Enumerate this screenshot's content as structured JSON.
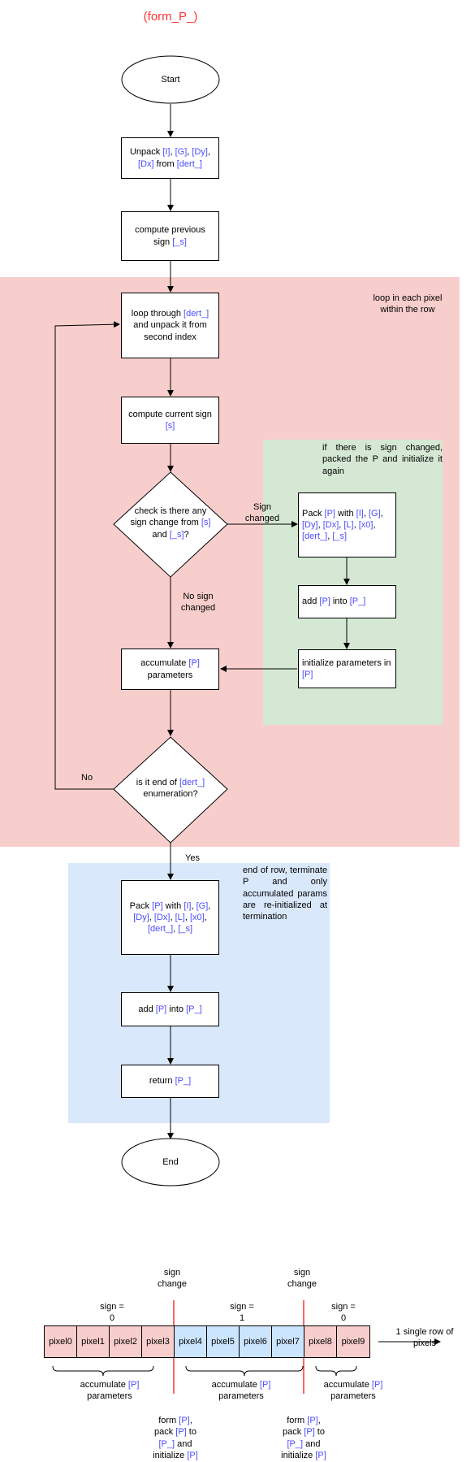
{
  "title": "(form_P_)",
  "colors": {
    "loop_region": "#f8cecc",
    "sign_region": "#d5e8d4",
    "end_region": "#dae8fc",
    "pixel_sign0": "#f8cecc",
    "pixel_sign1": "#cce5ff",
    "highlight_text": "#4c4cff",
    "title": "#ff3333",
    "sign_change_line": "#ff0000"
  },
  "flow": {
    "start": "Start",
    "end": "End",
    "unpack": {
      "t1": "Unpack ",
      "h1": "[I]",
      "t2": ", ",
      "h2": "[G]",
      "t3": ", ",
      "h3": "[Dy]",
      "t4": ",",
      "h4": "[Dx]",
      "t5": " from ",
      "h5": "[dert_]"
    },
    "prev_sign": {
      "t1": "compute previous sign ",
      "h1": "[_s]"
    },
    "loop": {
      "t1": "loop through ",
      "h1": "[dert_]",
      "t2": " and unpack it from second index"
    },
    "cur_sign": {
      "t1": "compute current sign ",
      "h1": "[s]"
    },
    "check": {
      "t1": "check is there any sign change from ",
      "h1": "[s]",
      "t2": " and ",
      "h2": "[_s]",
      "t3": "?"
    },
    "accumulate": {
      "t1": "accumulate ",
      "h1": "[P]",
      "t2": " parameters"
    },
    "is_end": {
      "t1": "is it end of ",
      "h1": "[dert_]",
      "t2": " enumeration?"
    },
    "pack_inner": {
      "t1": "Pack ",
      "h1": "[P]",
      "t2": " with ",
      "h2": "[I]",
      "t3": ", ",
      "h3": "[G]",
      "t4": ", ",
      "h4": "[Dy]",
      "t5": ", ",
      "h5": "[Dx]",
      "t6": ", ",
      "h6": "[L]",
      "t7": ", ",
      "h7": "[x0]",
      "t8": ", ",
      "h8": "[dert_]",
      "t9": ", ",
      "h9": "[_s]"
    },
    "add_inner": {
      "t1": "add ",
      "h1": "[P]",
      "t2": " into ",
      "h2": "[P_]"
    },
    "init_inner": {
      "t1": "initialize parameters in ",
      "h1": "[P]"
    },
    "pack_end": {
      "t1": "Pack ",
      "h1": "[P]",
      "t2": " with ",
      "h2": "[I]",
      "t3": ", ",
      "h3": "[G]",
      "t4": ", ",
      "h4": "[Dy]",
      "t5": ", ",
      "h5": "[Dx]",
      "t6": ", ",
      "h6": "[L]",
      "t7": ", ",
      "h7": "[x0]",
      "t8": ", ",
      "h8": "[dert_]",
      "t9": ", ",
      "h9": "[_s]"
    },
    "add_end": {
      "t1": "add ",
      "h1": "[P]",
      "t2": " into ",
      "h2": "[P_]"
    },
    "return": {
      "t1": "return ",
      "h1": "[P_]"
    },
    "loop_note": "loop in each pixel within the row",
    "sign_note": "if there is sign changed, packed the P and initialize it again",
    "end_note": "end of row, terminate P and only accumulated params are re-initialized at termination",
    "label_sign_changed": "Sign changed",
    "label_no_sign_changed": "No sign changed",
    "label_no": "No",
    "label_yes": "Yes"
  },
  "row": {
    "pixels": [
      "pixel0",
      "pixel1",
      "pixel2",
      "pixel3",
      "pixel4",
      "pixel5",
      "pixel6",
      "pixel7",
      "pixel8",
      "pixel9"
    ],
    "pixel_signs": [
      0,
      0,
      0,
      0,
      1,
      1,
      1,
      1,
      0,
      0
    ],
    "signs": [
      "sign =\n0",
      "sign =\n1",
      "sign =\n0"
    ],
    "sign_change": "sign\nchange",
    "row_label": "1 single row of pixels",
    "accumulate": {
      "t1": "accumulate ",
      "h1": "[P]",
      "t2": " parameters"
    },
    "form": {
      "t1": "form ",
      "h1": "[P]",
      "t2": ", pack ",
      "h2": "[P]",
      "t3": " to ",
      "h3": "[P_]",
      "t4": " and initialize ",
      "h4": "[P]"
    }
  }
}
